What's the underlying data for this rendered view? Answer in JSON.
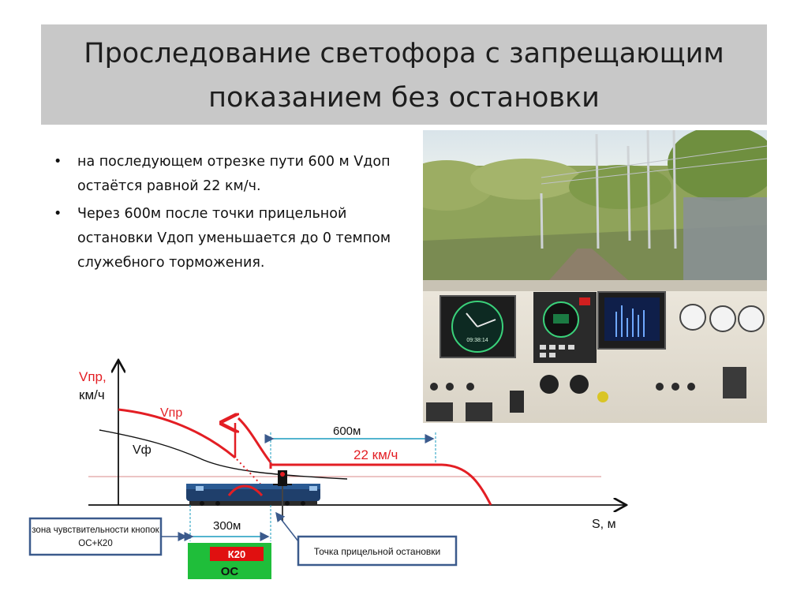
{
  "slide": {
    "title_line1": "Проследование светофора с запрещающим",
    "title_line2": "показанием без остановки",
    "bullets": [
      "на последующем отрезке пути 600 м Vдоп остаётся равной 22 км/ч.",
      "Через 600м после точки прицельной остановки Vдоп уменьшается до 0 темпом служебного торможения."
    ]
  },
  "diagram": {
    "y_axis_label_1": "Vпр,",
    "y_axis_label_2": "км/ч",
    "x_axis_label": "S, м",
    "vpr_curve_label": "Vпр",
    "vf_curve_label": "Vф",
    "distance_600_label": "600м",
    "speed_limit_label": "22 км/ч",
    "distance_300_label": "300м",
    "sensitivity_zone_label": "зона чувствительности кнопок ОС+К20",
    "aim_stop_label": "Точка прицельной остановки",
    "button_k20_label": "К20",
    "button_os_label": "ОС",
    "cab_clock_readout": "09:38:14",
    "colors": {
      "limit_curve": "#e31e24",
      "callout_border": "#3b5a8c",
      "button_panel": "#1fbe3a",
      "axis": "#111111"
    }
  }
}
